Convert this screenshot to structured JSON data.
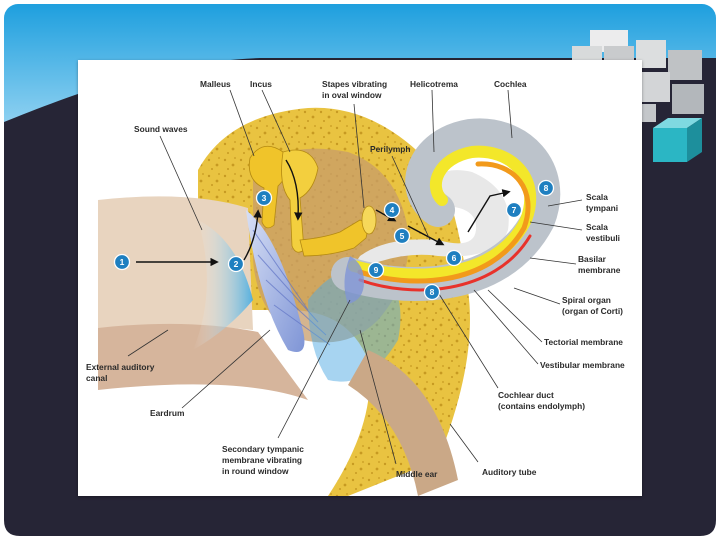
{
  "slide": {
    "colors": {
      "top": "#1e9fde",
      "bottom": "#262536",
      "accent_cube": "#2bb6c4",
      "cube": "#d8dadb"
    }
  },
  "diagram": {
    "colors": {
      "bone": "#e9c341",
      "ossicles": "#f0c42a",
      "canal": "#e8d4bf",
      "cochlea_outer": "#bcc3cb",
      "scala_vestibuli": "#f3e72a",
      "cochlear_duct": "#f29a1b",
      "basilar_edge": "#e8322b",
      "eardrum": "#b8cbec",
      "step_marker": "#1e7fc0"
    },
    "labels": {
      "malleus": "Malleus",
      "incus": "Incus",
      "stapes_line1": "Stapes vibrating",
      "stapes_line2": "in oval window",
      "helicotrema": "Helicotrema",
      "cochlea": "Cochlea",
      "sound_waves": "Sound waves",
      "perilymph": "Perilymph",
      "scala_tympani_line1": "Scala",
      "scala_tympani_line2": "tympani",
      "scala_vestibuli_line1": "Scala",
      "scala_vestibuli_line2": "vestibuli",
      "basilar_line1": "Basilar",
      "basilar_line2": "membrane",
      "spiral_line1": "Spiral organ",
      "spiral_line2": "(organ of Corti)",
      "tectorial": "Tectorial membrane",
      "vestibular": "Vestibular membrane",
      "external_line1": "External auditory",
      "external_line2": "canal",
      "eardrum": "Eardrum",
      "cochlear_duct_line1": "Cochlear duct",
      "cochlear_duct_line2": "(contains endolymph)",
      "secondary_line1": "Secondary tympanic",
      "secondary_line2": "membrane vibrating",
      "secondary_line3": "in round window",
      "middle_ear": "Middle ear",
      "auditory_tube": "Auditory tube"
    },
    "steps": [
      "1",
      "2",
      "3",
      "4",
      "5",
      "6",
      "7",
      "8",
      "8",
      "9"
    ]
  }
}
